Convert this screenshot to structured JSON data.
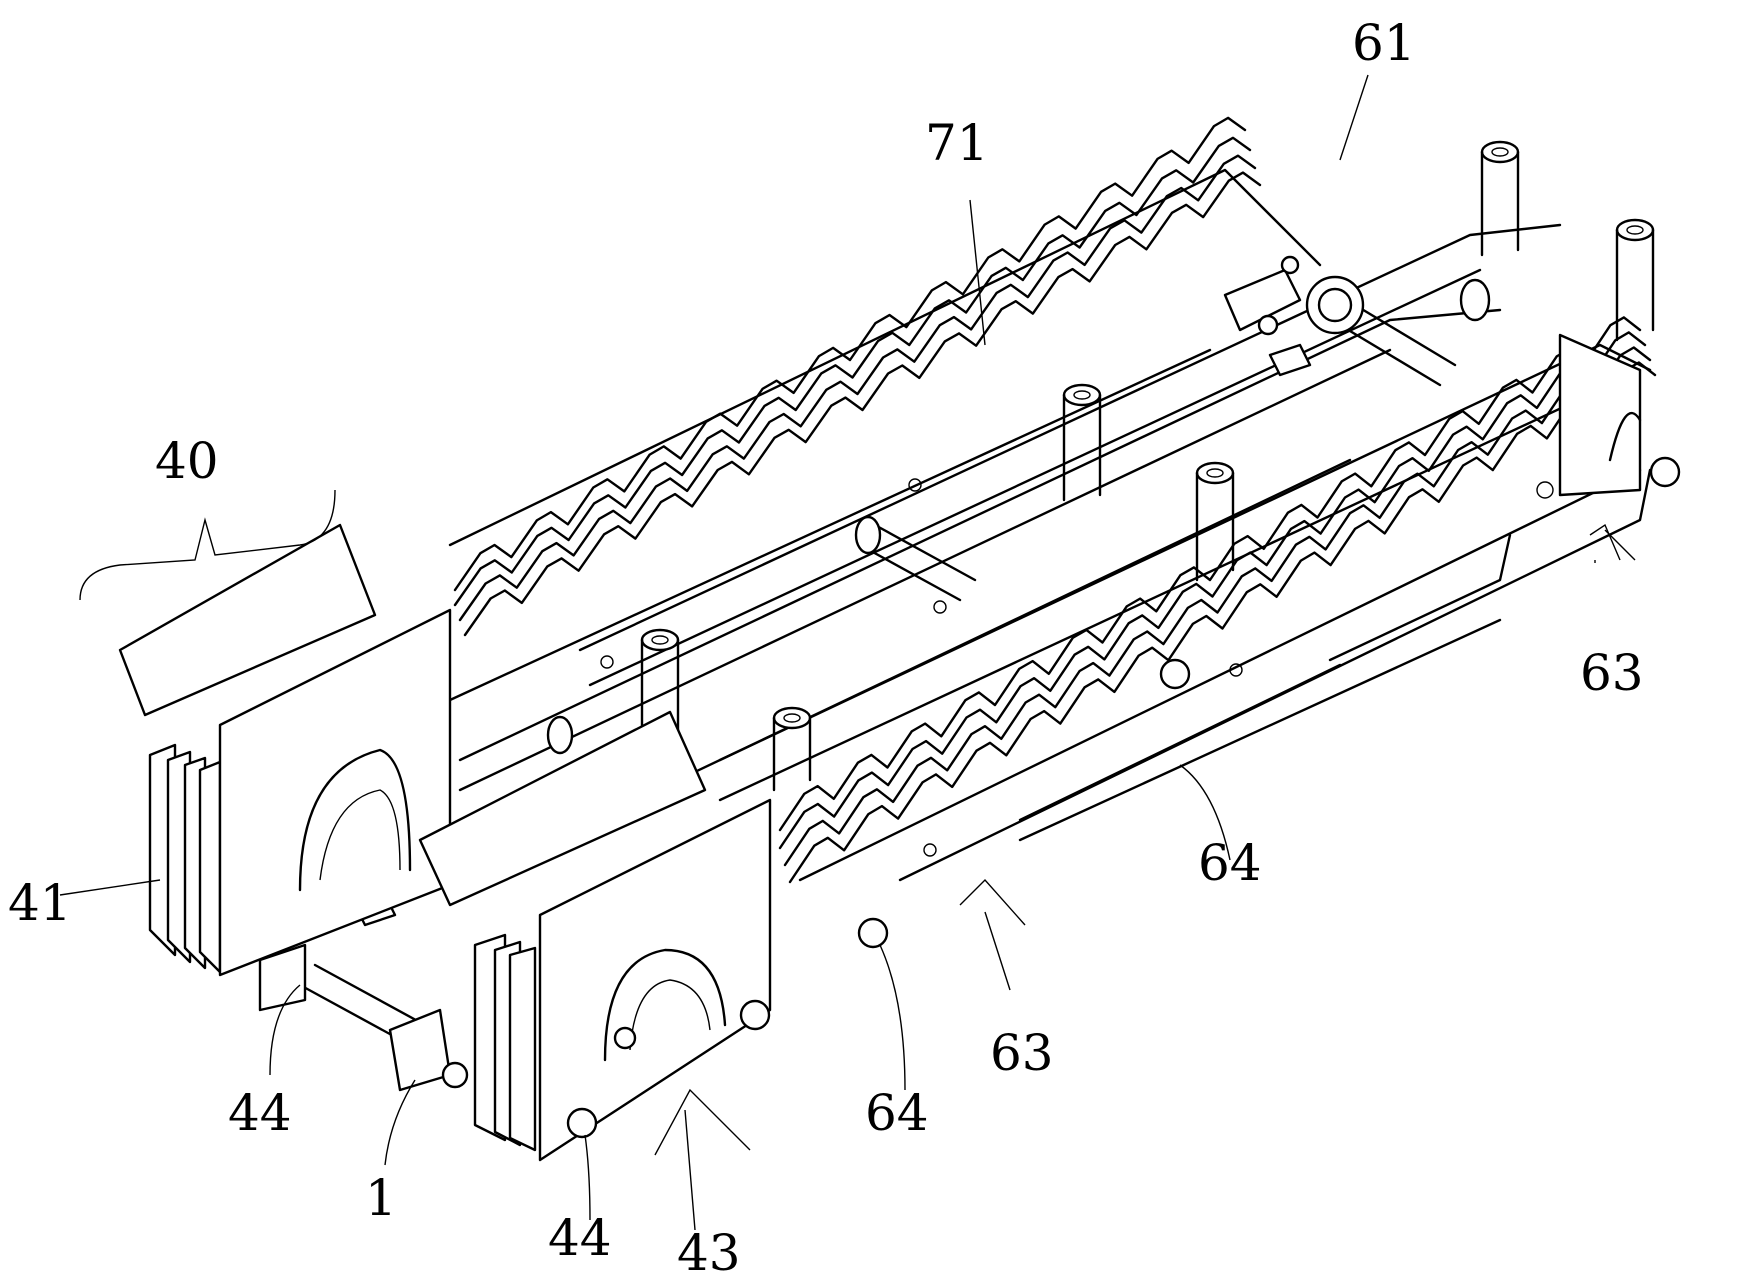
{
  "callouts": {
    "c1": "1",
    "c40": "40",
    "c41": "41",
    "c43": "43",
    "c44_left": "44",
    "c44_bottom": "44",
    "c61": "61",
    "c63_right": "63",
    "c63_middle": "63",
    "c64_right": "64",
    "c64_middle": "64",
    "c71": "71"
  }
}
